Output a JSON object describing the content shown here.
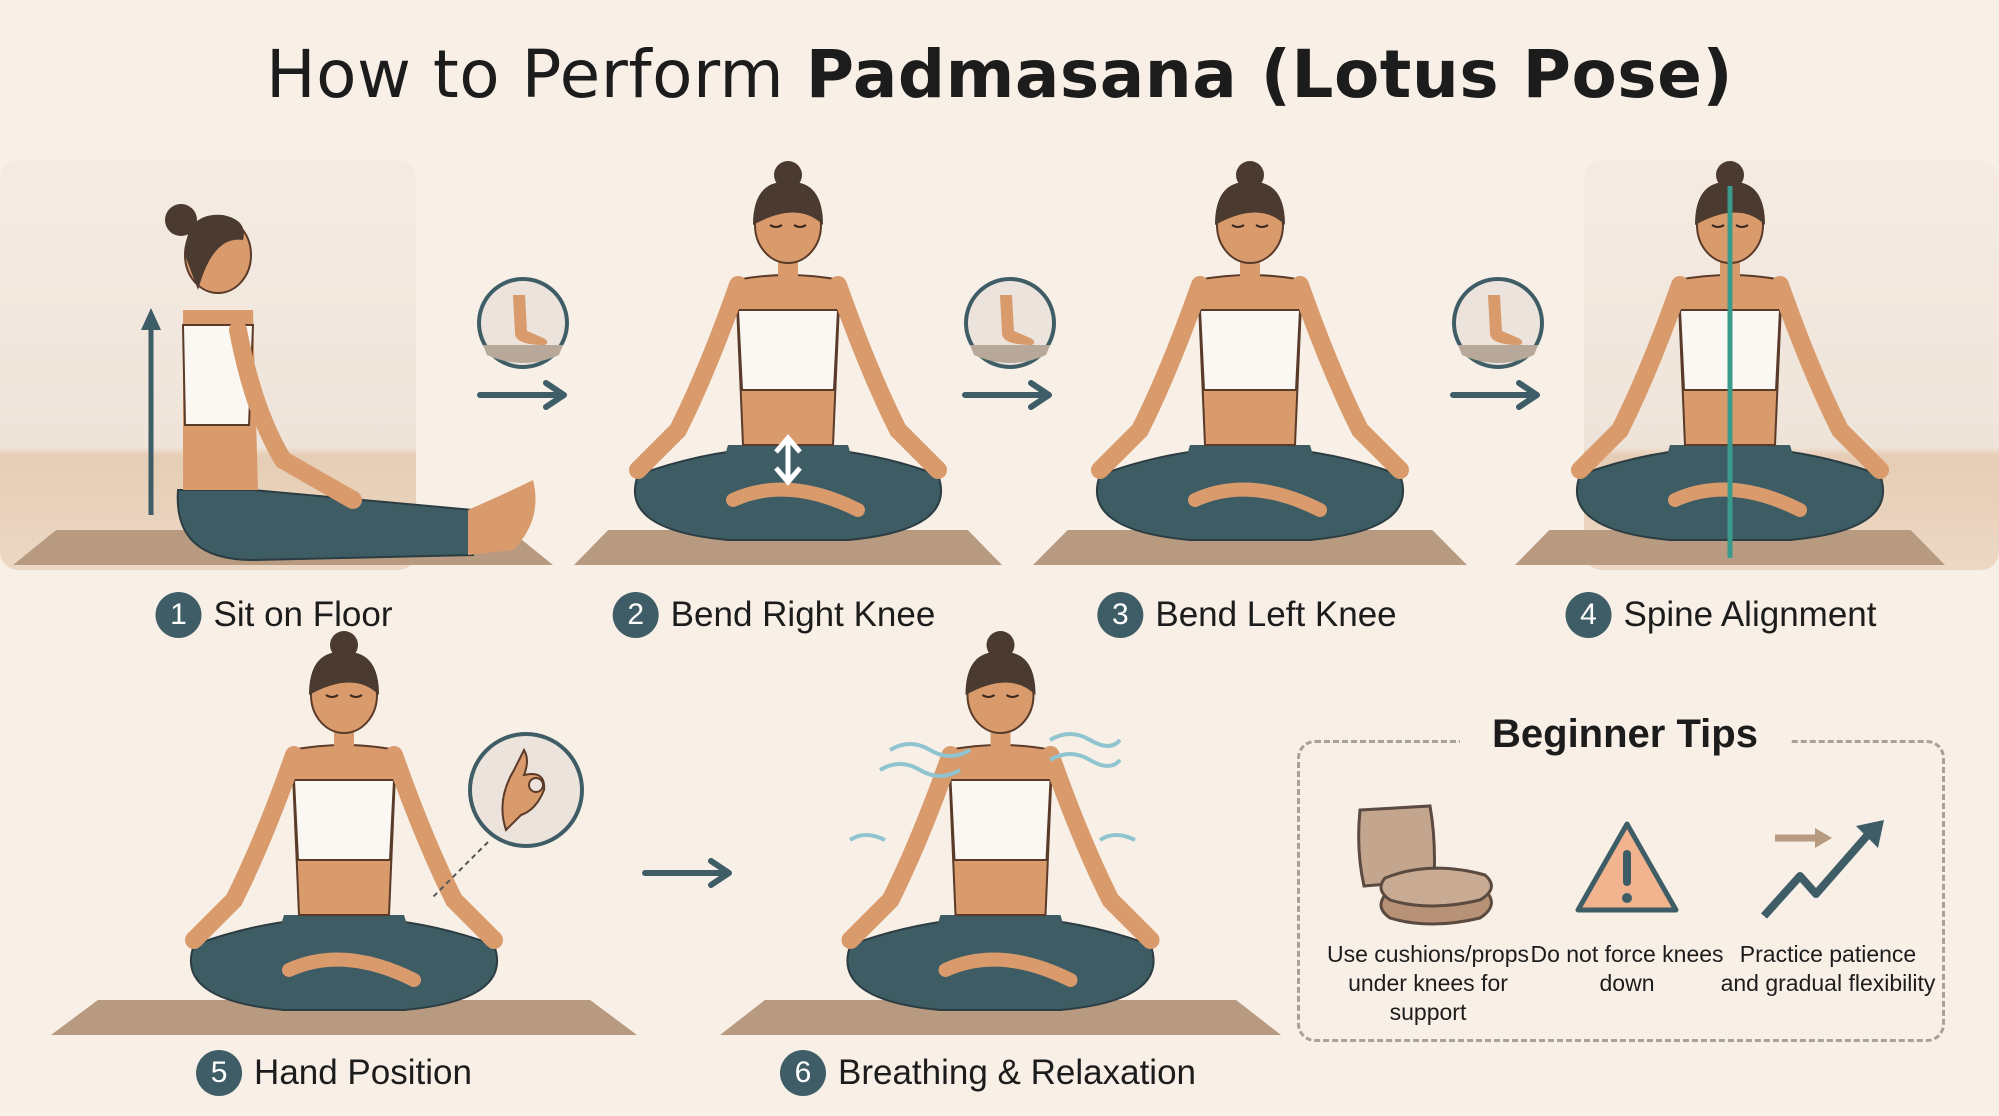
{
  "title": {
    "prefix": "How to Perform ",
    "bold": "Padmasana (Lotus Pose)"
  },
  "steps": [
    {
      "num": "1",
      "label": "Sit on Floor"
    },
    {
      "num": "2",
      "label": "Bend Right Knee"
    },
    {
      "num": "3",
      "label": "Bend Left Knee"
    },
    {
      "num": "4",
      "label": "Spine Alignment"
    },
    {
      "num": "5",
      "label": "Hand Position"
    },
    {
      "num": "6",
      "label": "Breathing & Relaxation"
    }
  ],
  "tips": {
    "title": "Beginner Tips",
    "items": [
      {
        "icon": "cushion-icon",
        "text": "Use cushions/props under knees for support"
      },
      {
        "icon": "warning-icon",
        "text": "Do not force knees down"
      },
      {
        "icon": "progress-arrow-icon",
        "text": "Practice patience and gradual flexibility"
      }
    ]
  },
  "colors": {
    "background": "#f8efe6",
    "accent": "#3f5d66",
    "pants": "#3e5c64",
    "skin": "#d99a6c",
    "mat": "#b89a80",
    "warning": "#f2b48e"
  }
}
